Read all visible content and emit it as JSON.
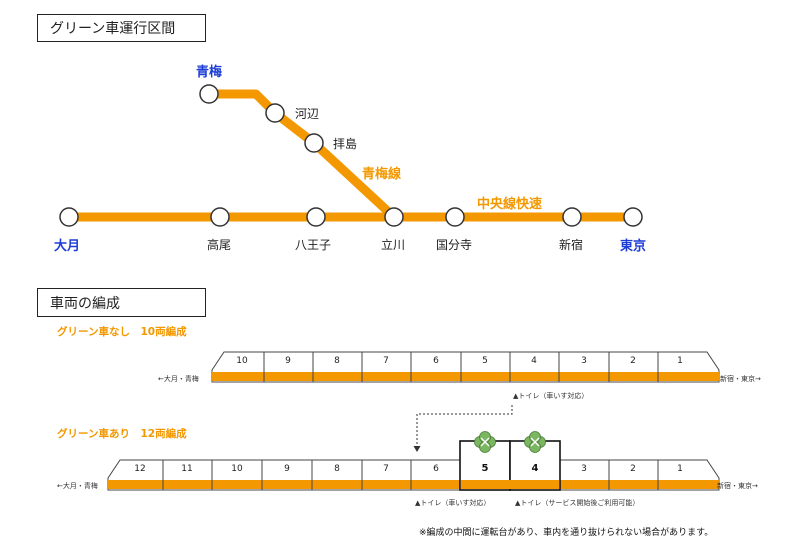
{
  "section1": {
    "title": "グリーン車運行区間"
  },
  "section2": {
    "title": "車両の編成"
  },
  "lines": {
    "ome_line": "青梅線",
    "chuo_rapid": "中央線快速"
  },
  "stations": {
    "ome": "青梅",
    "kabe": "河辺",
    "haijima": "拝島",
    "otsuki": "大月",
    "takao": "高尾",
    "hachioji": "八王子",
    "tachikawa": "立川",
    "kokubunji": "国分寺",
    "shinjuku": "新宿",
    "tokyo": "東京"
  },
  "formation10": {
    "label": "グリーン車なし　10両編成",
    "cars": [
      "10",
      "9",
      "8",
      "7",
      "6",
      "5",
      "4",
      "3",
      "2",
      "1"
    ],
    "left_dir": "←大月・青梅",
    "right_dir": "新宿・東京→",
    "toilet_note": "▲トイレ（車いす対応）"
  },
  "formation12": {
    "label": "グリーン車あり　12両編成",
    "cars": [
      "12",
      "11",
      "10",
      "9",
      "8",
      "7",
      "6",
      "5",
      "4",
      "3",
      "2",
      "1"
    ],
    "green_cars": [
      "5",
      "4"
    ],
    "left_dir": "←大月・青梅",
    "right_dir": "新宿・東京→",
    "toilet_note_1": "▲トイレ（車いす対応）",
    "toilet_note_2": "▲トイレ（サービス開始後ご利用可能）"
  },
  "footnote": "※編成の中間に運転台があり、車内を通り抜けられない場合があります。",
  "colors": {
    "line": "#f39800",
    "terminal": "#1b3cd6",
    "green_mark": "#7bb661"
  }
}
